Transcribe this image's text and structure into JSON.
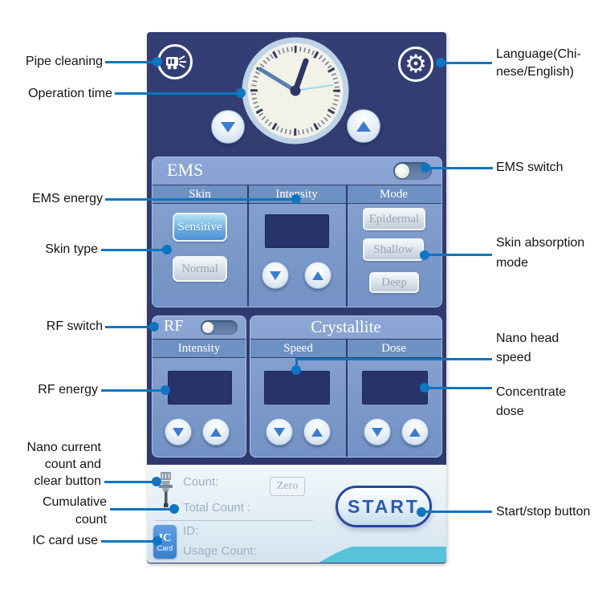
{
  "device": {
    "ems": {
      "title": "EMS",
      "col_skin": "Skin",
      "col_intensity": "Intensity",
      "col_mode": "Mode",
      "btn_sensitive": "Sensitive",
      "btn_normal": "Normal",
      "btn_epidermal": "Epidermal",
      "btn_shallow": "Shallow",
      "btn_deep": "Deep"
    },
    "rf": {
      "title": "RF",
      "col_intensity": "Intensity"
    },
    "crystallite": {
      "title": "Crystallite",
      "col_speed": "Speed",
      "col_dose": "Dose"
    },
    "footer": {
      "count": "Count:",
      "total_count": "Total Count :",
      "zero": "Zero",
      "id": "ID:",
      "usage": "Usage Count:",
      "ic_line1": "IC",
      "ic_line2": "Card",
      "start": "START"
    }
  },
  "callouts": {
    "pipe_cleaning": "Pipe cleaning",
    "operation_time": "Operation time",
    "ems_energy": "EMS energy",
    "skin_type": "Skin type",
    "rf_switch": "RF switch",
    "rf_energy": "RF energy",
    "nano_count": "Nano current\ncount and\nclear button",
    "cumulative_count": "Cumulative\ncount",
    "ic_card_use": "IC card use",
    "language": "Language(Chi-\nnese/English)",
    "ems_switch": "EMS switch",
    "skin_absorption": "Skin absorption\nmode",
    "nano_speed": "Nano head\nspeed",
    "concentrate_dose": "Concentrate\ndose",
    "start_stop": "Start/stop button"
  },
  "colors": {
    "callout_line": "#0f75c0",
    "panel_bg": "#2e3a6e",
    "card_bg": "#7d9acb",
    "active_button": "#4d8ed4",
    "display_bg": "#27336a",
    "swoosh_teal": "#58c2da",
    "ic_card_blue": "#3d7ecd",
    "start_text": "#2b5cab"
  }
}
